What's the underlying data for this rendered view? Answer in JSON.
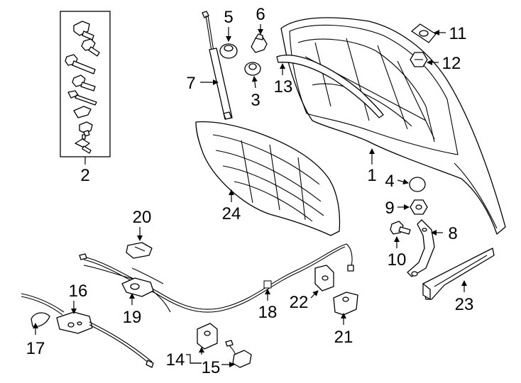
{
  "diagram": {
    "labels": {
      "l1": "1",
      "l2": "2",
      "l3": "3",
      "l4": "4",
      "l5": "5",
      "l6": "6",
      "l7": "7",
      "l8": "8",
      "l9": "9",
      "l10": "10",
      "l11": "11",
      "l12": "12",
      "l13": "13",
      "l14": "14",
      "l15": "15",
      "l16": "16",
      "l17": "17",
      "l18": "18",
      "l19": "19",
      "l20": "20",
      "l21": "21",
      "l22": "22",
      "l23": "23",
      "l24": "24"
    }
  }
}
